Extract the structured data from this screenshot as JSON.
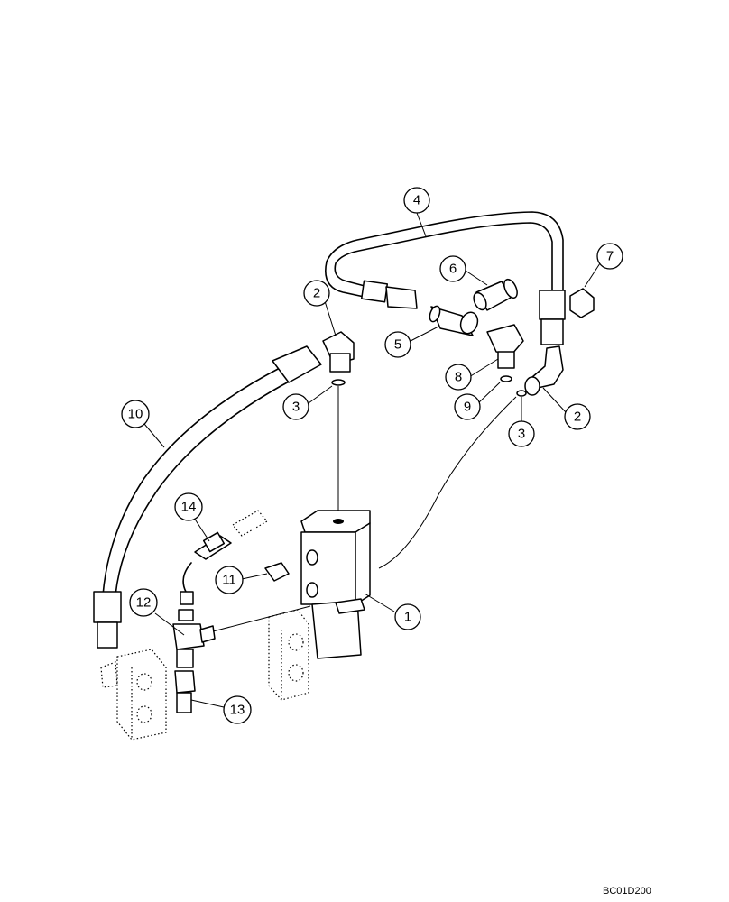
{
  "callouts": [
    {
      "id": "c1",
      "label": "1"
    },
    {
      "id": "c2a",
      "label": "2"
    },
    {
      "id": "c2b",
      "label": "2"
    },
    {
      "id": "c3a",
      "label": "3"
    },
    {
      "id": "c3b",
      "label": "3"
    },
    {
      "id": "c4",
      "label": "4"
    },
    {
      "id": "c5",
      "label": "5"
    },
    {
      "id": "c6",
      "label": "6"
    },
    {
      "id": "c7",
      "label": "7"
    },
    {
      "id": "c8",
      "label": "8"
    },
    {
      "id": "c9",
      "label": "9"
    },
    {
      "id": "c10",
      "label": "10"
    },
    {
      "id": "c11",
      "label": "11"
    },
    {
      "id": "c12",
      "label": "12"
    },
    {
      "id": "c13",
      "label": "13"
    },
    {
      "id": "c14",
      "label": "14"
    }
  ],
  "drawing_code": "BC01D200"
}
